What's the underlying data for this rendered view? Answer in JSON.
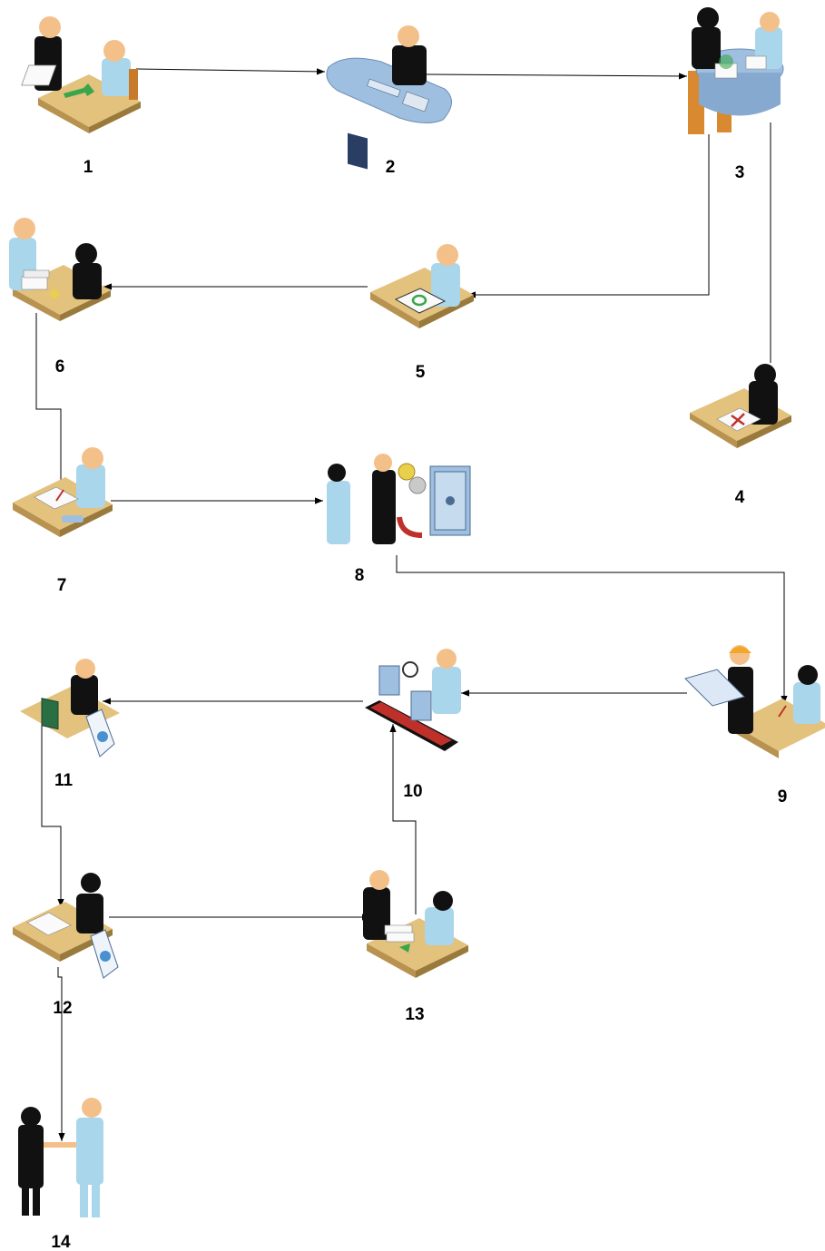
{
  "steps": [
    {
      "id": 1,
      "label": "1",
      "icon": "handover-meeting-icon"
    },
    {
      "id": 2,
      "label": "2",
      "icon": "computer-workstation-icon"
    },
    {
      "id": 3,
      "label": "3",
      "icon": "round-table-meeting-icon"
    },
    {
      "id": 4,
      "label": "4",
      "icon": "document-rejected-icon"
    },
    {
      "id": 5,
      "label": "5",
      "icon": "document-approved-icon"
    },
    {
      "id": 6,
      "label": "6",
      "icon": "consultation-desk-icon"
    },
    {
      "id": 7,
      "label": "7",
      "icon": "signing-desk-icon"
    },
    {
      "id": 8,
      "label": "8",
      "icon": "payment-vault-handshake-icon"
    },
    {
      "id": 9,
      "label": "9",
      "icon": "engineer-blueprint-review-icon"
    },
    {
      "id": 10,
      "label": "10",
      "icon": "inspection-conveyor-icon"
    },
    {
      "id": 11,
      "label": "11",
      "icon": "computer-report-icon"
    },
    {
      "id": 12,
      "label": "12",
      "icon": "report-review-desk-icon"
    },
    {
      "id": 13,
      "label": "13",
      "icon": "document-exchange-desk-icon"
    },
    {
      "id": 14,
      "label": "14",
      "icon": "final-handshake-icon"
    }
  ],
  "connections": [
    {
      "from": 1,
      "to": 2
    },
    {
      "from": 2,
      "to": 3
    },
    {
      "from": 3,
      "to": 5
    },
    {
      "from": 3,
      "to": 4
    },
    {
      "from": 5,
      "to": 6
    },
    {
      "from": 6,
      "to": 7
    },
    {
      "from": 7,
      "to": 8
    },
    {
      "from": 8,
      "to": 9
    },
    {
      "from": 9,
      "to": 10
    },
    {
      "from": 10,
      "to": 11
    },
    {
      "from": 11,
      "to": 12
    },
    {
      "from": 12,
      "to": 13
    },
    {
      "from": 13,
      "to": 10
    },
    {
      "from": 12,
      "to": 14
    }
  ],
  "colors": {
    "desk_top": "#e3c27e",
    "desk_side": "#b8924f",
    "skin": "#f4c08a",
    "shirt_light": "#a9d6ea",
    "suit_dark": "#111111",
    "paper": "#fafafa",
    "accent_green": "#3aa64a",
    "accent_red": "#c0302a",
    "machine_blue": "#9fbfe0",
    "helmet_orange": "#f2a72b"
  }
}
